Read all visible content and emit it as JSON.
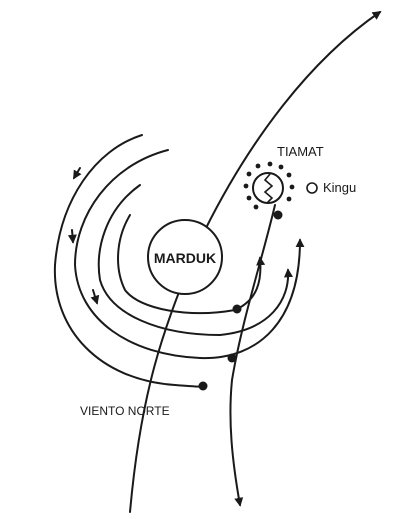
{
  "labels": {
    "marduk": "MARDUK",
    "tiamat": "TIAMAT",
    "kingu": "Kingu",
    "viento_norte": "VIENTO NORTE"
  },
  "colors": {
    "ink": "#1a1a1a",
    "background": "#ffffff"
  }
}
